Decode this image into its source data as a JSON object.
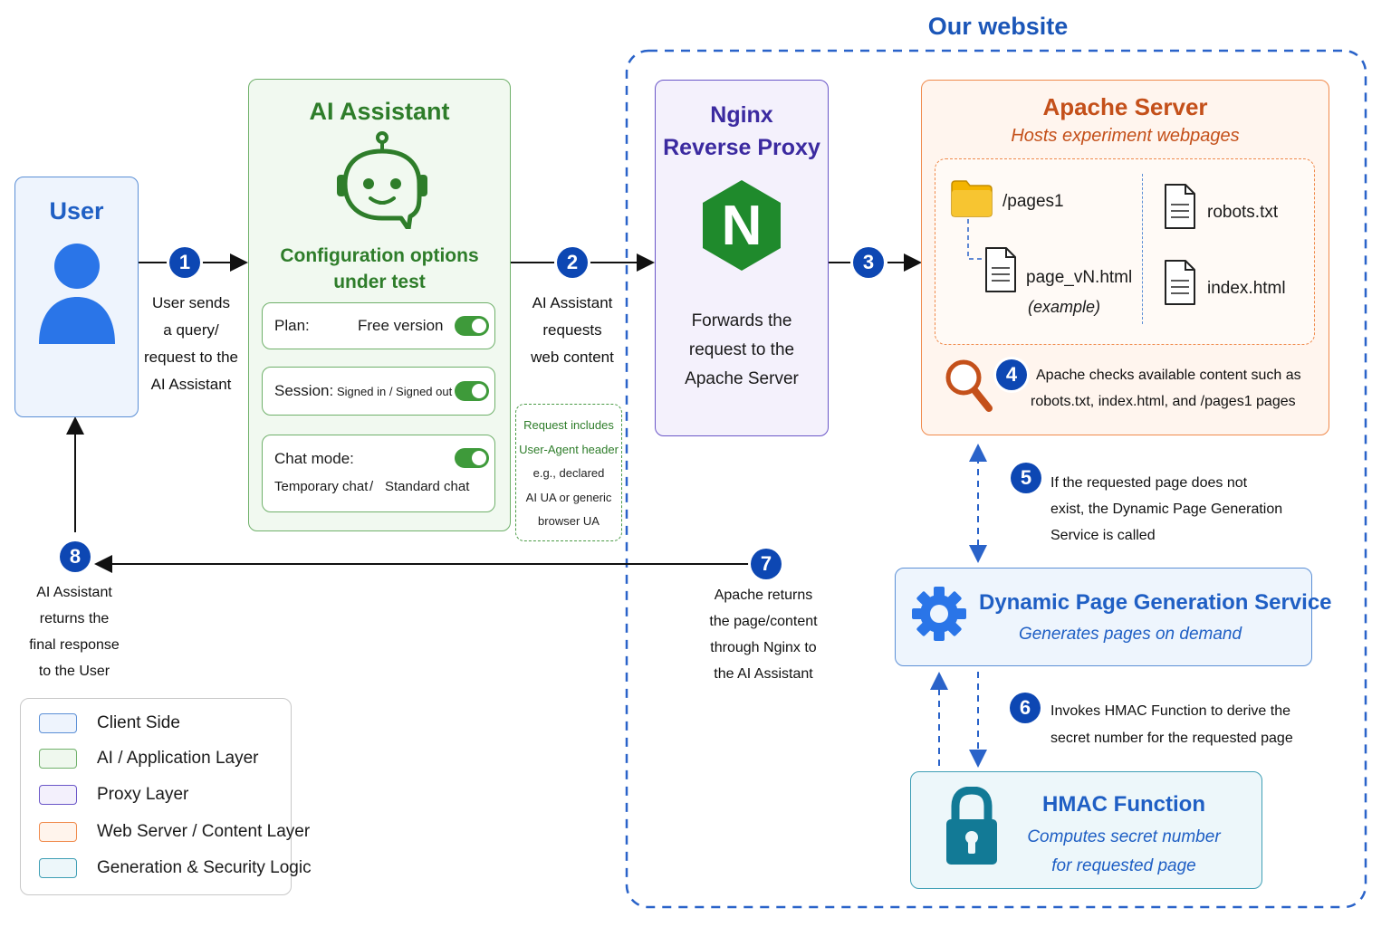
{
  "website_label": "Our website",
  "user": {
    "title": "User",
    "icon": "user-icon"
  },
  "ai_assistant": {
    "title": "AI Assistant",
    "icon": "robot-icon",
    "config_title_line1": "Configuration options",
    "config_title_line2": "under test",
    "options": {
      "plan": {
        "label": "Plan:",
        "value": "Free version"
      },
      "session": {
        "label": "Session:",
        "value": "Signed in / Signed out"
      },
      "chat_mode": {
        "label": "Chat mode:",
        "value_a": "Temporary chat",
        "separator": "/",
        "value_b": "Standard chat"
      }
    }
  },
  "ua_note": {
    "line1": "Request includes",
    "line2": "User-Agent header",
    "line3": "e.g., declared",
    "line4": "AI UA or generic",
    "line5": "browser UA"
  },
  "nginx": {
    "title_line1": "Nginx",
    "title_line2": "Reverse Proxy",
    "logo_letter": "N",
    "desc_line1": "Forwards the",
    "desc_line2": "request to the",
    "desc_line3": "Apache Server"
  },
  "apache": {
    "title": "Apache Server",
    "subtitle": "Hosts experiment webpages",
    "files": {
      "folder": "/pages1",
      "page": "page_vN.html",
      "page_note": "(example)",
      "robots": "robots.txt",
      "index": "index.html"
    }
  },
  "dynamic_service": {
    "title": "Dynamic Page Generation Service",
    "subtitle": "Generates pages on demand",
    "icon": "gear-icon"
  },
  "hmac": {
    "title": "HMAC Function",
    "subtitle_line1": "Computes secret number",
    "subtitle_line2": "for requested page",
    "icon": "lock-icon"
  },
  "steps": [
    {
      "num": "1",
      "lines": [
        "User sends",
        "a query/",
        "request to the",
        "AI Assistant"
      ]
    },
    {
      "num": "2",
      "lines": [
        "AI Assistant",
        "requests",
        "web content"
      ]
    },
    {
      "num": "3",
      "lines": []
    },
    {
      "num": "4",
      "lines": [
        "Apache checks available content such as",
        "robots.txt, index.html, and /pages1 pages"
      ]
    },
    {
      "num": "5",
      "lines": [
        "If the requested page does not",
        "exist, the Dynamic Page Generation",
        "Service is called"
      ]
    },
    {
      "num": "6",
      "lines": [
        "Invokes HMAC Function to derive the",
        "secret number for the requested page"
      ]
    },
    {
      "num": "7",
      "lines": [
        "Apache returns",
        "the page/content",
        "through Nginx to",
        "the AI Assistant"
      ]
    },
    {
      "num": "8",
      "lines": [
        "AI Assistant",
        "returns the",
        "final response",
        "to the User"
      ]
    }
  ],
  "legend": [
    {
      "label": "Client Side",
      "color": "#5b8fd6",
      "fill": "#eef4fd"
    },
    {
      "label": "AI / Application Layer",
      "color": "#6fb06a",
      "fill": "#eff8ee"
    },
    {
      "label": "Proxy Layer",
      "color": "#6a56c8",
      "fill": "#f3f0fc"
    },
    {
      "label": "Web Server / Content Layer",
      "color": "#f08a4b",
      "fill": "#fff4ec"
    },
    {
      "label": "Generation & Security Logic",
      "color": "#3f9fb5",
      "fill": "#edf7fa"
    }
  ],
  "colors": {
    "client": "#5b8fd6",
    "ai": "#6fb06a",
    "proxy": "#6a56c8",
    "web": "#f08a4b",
    "security": "#3f9fb5",
    "step": "#0d47b3",
    "website_border": "#2a63c9"
  }
}
